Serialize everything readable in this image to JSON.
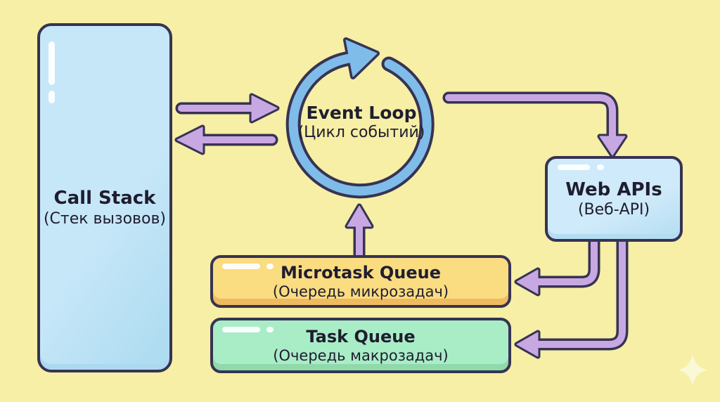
{
  "diagram": {
    "call_stack": {
      "title": "Call Stack",
      "subtitle": "(Стек вызовов)"
    },
    "event_loop": {
      "title": "Event Loop",
      "subtitle": "(Цикл событий)"
    },
    "web_apis": {
      "title": "Web APIs",
      "subtitle": "(Веб-API)"
    },
    "microtask_queue": {
      "title": "Microtask Queue",
      "subtitle": "(Очередь микрозадач)"
    },
    "task_queue": {
      "title": "Task Queue",
      "subtitle": "(Очередь макрозадач)"
    }
  },
  "icons": {
    "event_loop_cycle": "circular-clockwise-arrow",
    "sparkle": "four-point-star"
  },
  "colors": {
    "background": "#f6efa5",
    "outline": "#373353",
    "text": "#1f1d30",
    "arrow_purple": "#c8a8e2",
    "loop_blue": "#7fbce9",
    "callstack_blue": "#c6e7f8",
    "callstack_blue_dark": "#abdaf0",
    "webapis_blue": "#cfeafa",
    "webapis_blue_dark": "#b4ddf1",
    "microtask_yellow": "#fadc81",
    "microtask_yellow_dark": "#efbb5e",
    "task_green": "#a9edc7",
    "task_green_dark": "#8fd9ab"
  }
}
